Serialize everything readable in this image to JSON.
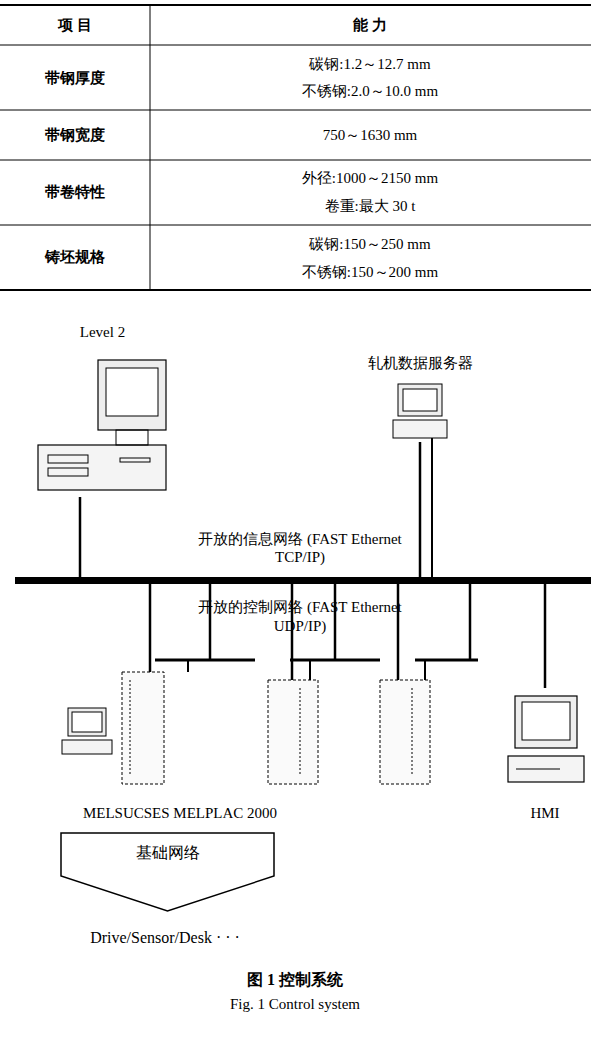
{
  "diagram": {
    "caption": "图 1 控制系统",
    "nodes": [
      {
        "text": [
          "Level 2"
        ]
      },
      {
        "text": [
          "轧机数据服务器"
        ]
      },
      {
        "text": [
          "开放的信息网络 (FAST Ethernet TCP/IP)"
        ]
      },
      {
        "text": [
          "HMI"
        ]
      },
      {
        "text": [
          "基础网络"
        ]
      }
    ],
    "edges": [
      {
        "from": 0,
        "to": 2,
        "arrow": "none"
      },
      {
        "from": 1,
        "to": 2,
        "arrow": "none"
      },
      {
        "from": 3,
        "to": 2,
        "arrow": "none"
      }
    ],
    "labels": [
      "项 目",
      "能 力",
      "带钢厚度",
      "碳钢:1.2～12.7 mm",
      "不锈钢:2.0～10.0 mm",
      "带钢宽度",
      "750～1630 mm",
      "带卷特性",
      "外径:1000～2150 mm",
      "卷重:最大 30 t",
      "铸坯规格",
      "碳钢:150～250 mm",
      "不锈钢:150～200 mm",
      "开放的控制网络 (FAST Ethernet UDP/IP)",
      "MELSUCSES MELPLAC 2000",
      "Drive/Sensor/Desk · · ·",
      "Fig. 1 Control system"
    ]
  }
}
